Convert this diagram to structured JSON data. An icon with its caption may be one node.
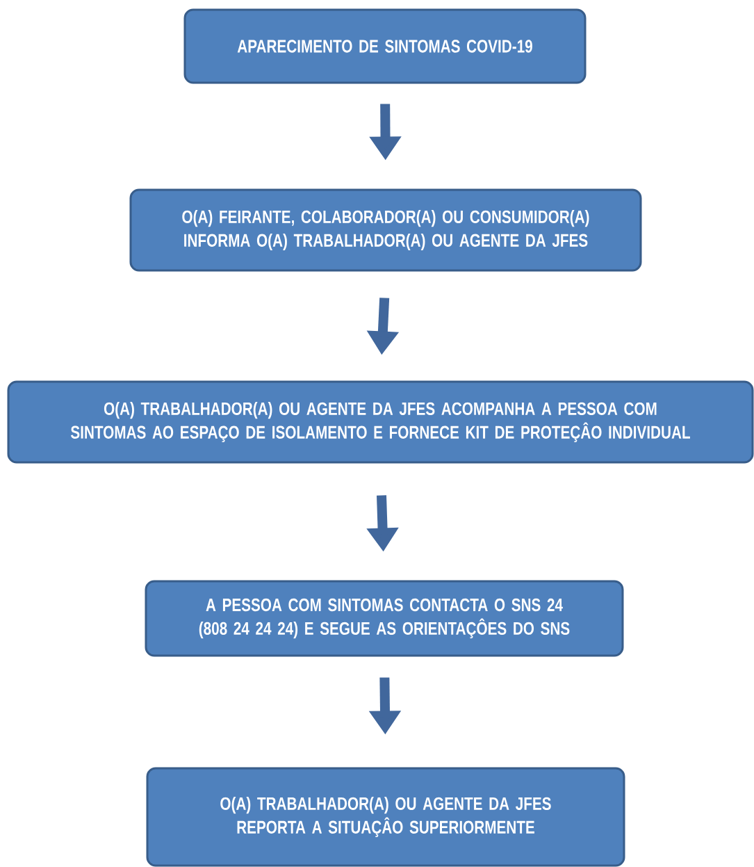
{
  "diagram": {
    "nodes": [
      {
        "text": [
          "APARECIMENTO DE SINTOMAS COVID-19"
        ]
      },
      {
        "text": [
          "O(A) FEIRANTE, COLABORADOR(A) OU CONSUMIDOR(A) INFORMA O(A) TRABALHADOR(A) OU AGENTE DA JFES"
        ]
      },
      {
        "text": [
          "O(A) TRABALHADOR(A) OU AGENTE DA JFES ACOMPANHA A PESSOA COM SINTOMAS AO ESPAÇO DE ISOLAMENTO E FORNECE KIT DE PROTEÇÂO INDIVIDUAL"
        ]
      },
      {
        "text": [
          "A PESSOA COM SINTOMAS CONTACTA O SNS 24 (808 24 24 24) E SEGUE AS ORIENTAÇÔES DO SNS"
        ]
      },
      {
        "text": [
          "O(A) TRABALHADOR(A) OU AGENTE DA JFES REPORTA A SITUAÇÂO SUPERIORMENTE"
        ]
      }
    ],
    "edges": [
      {
        "from": 0,
        "to": 1,
        "arrow": "to"
      },
      {
        "from": 1,
        "to": 2,
        "arrow": "to"
      },
      {
        "from": 2,
        "to": 3,
        "arrow": "to"
      },
      {
        "from": 3,
        "to": 4,
        "arrow": "to"
      }
    ]
  }
}
